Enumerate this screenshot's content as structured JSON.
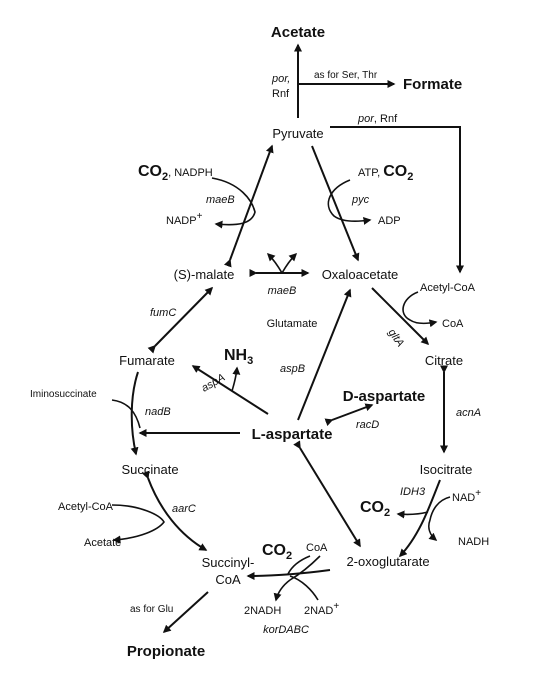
{
  "metabolites": {
    "acetate_top": "Acetate",
    "formate": "Formate",
    "pyruvate": "Pyruvate",
    "malate": "(S)-malate",
    "oxaloacetate": "Oxaloacetate",
    "acetyl_coa_right": "Acetyl-CoA",
    "coa_right": "CoA",
    "citrate": "Citrate",
    "glutamate": "Glutamate",
    "fumarate": "Fumarate",
    "iminosuccinate": "Iminosuccinate",
    "nh3": "NH",
    "nh3_sub": "3",
    "d_aspartate": "D-aspartate",
    "l_aspartate": "L-aspartate",
    "isocitrate": "Isocitrate",
    "succinate": "Succinate",
    "acetyl_coa_left": "Acetyl-CoA",
    "acetate_left": "Acetate",
    "succinyl": "Succinyl-",
    "coa_succinyl": "CoA",
    "oxoglutarate": "2-oxoglutarate",
    "propionate": "Propionate",
    "co2_left": "CO",
    "co2_left_sub": "2",
    "nadph": ", NADPH",
    "nadp": "NADP",
    "nadp_sup": "+",
    "atp": "ATP,",
    "co2_pyc": "CO",
    "co2_pyc_sub": "2",
    "adp": "ADP",
    "co2_idh": "CO",
    "co2_idh_sub": "2",
    "nad_idh": "NAD",
    "nad_idh_sup": "+",
    "nadh_idh": "NADH",
    "co2_kor": "CO",
    "co2_kor_sub": "2",
    "coa_kor": "CoA",
    "nadh_kor": "2NADH",
    "nad_kor": "2NAD",
    "nad_kor_sup": "+"
  },
  "enzymes": {
    "por_top": "por,",
    "rnf_top": "Rnf",
    "por_right": "por",
    "rnf_right": ", Rnf",
    "maeB_upper": "maeB",
    "pyc": "pyc",
    "maeB_middle": "maeB",
    "fumC": "fumC",
    "gltA": "gltA",
    "aspB": "aspB",
    "aspA": "aspA",
    "nadB": "nadB",
    "racD": "racD",
    "acnA": "acnA",
    "IDH3": "IDH3",
    "aarC": "aarC",
    "korDABC": "korDABC"
  },
  "notes": {
    "ser_thr": "as for Ser, Thr",
    "glu": "as for Glu"
  },
  "colors": {
    "ink": "#111111",
    "background": "#ffffff"
  }
}
